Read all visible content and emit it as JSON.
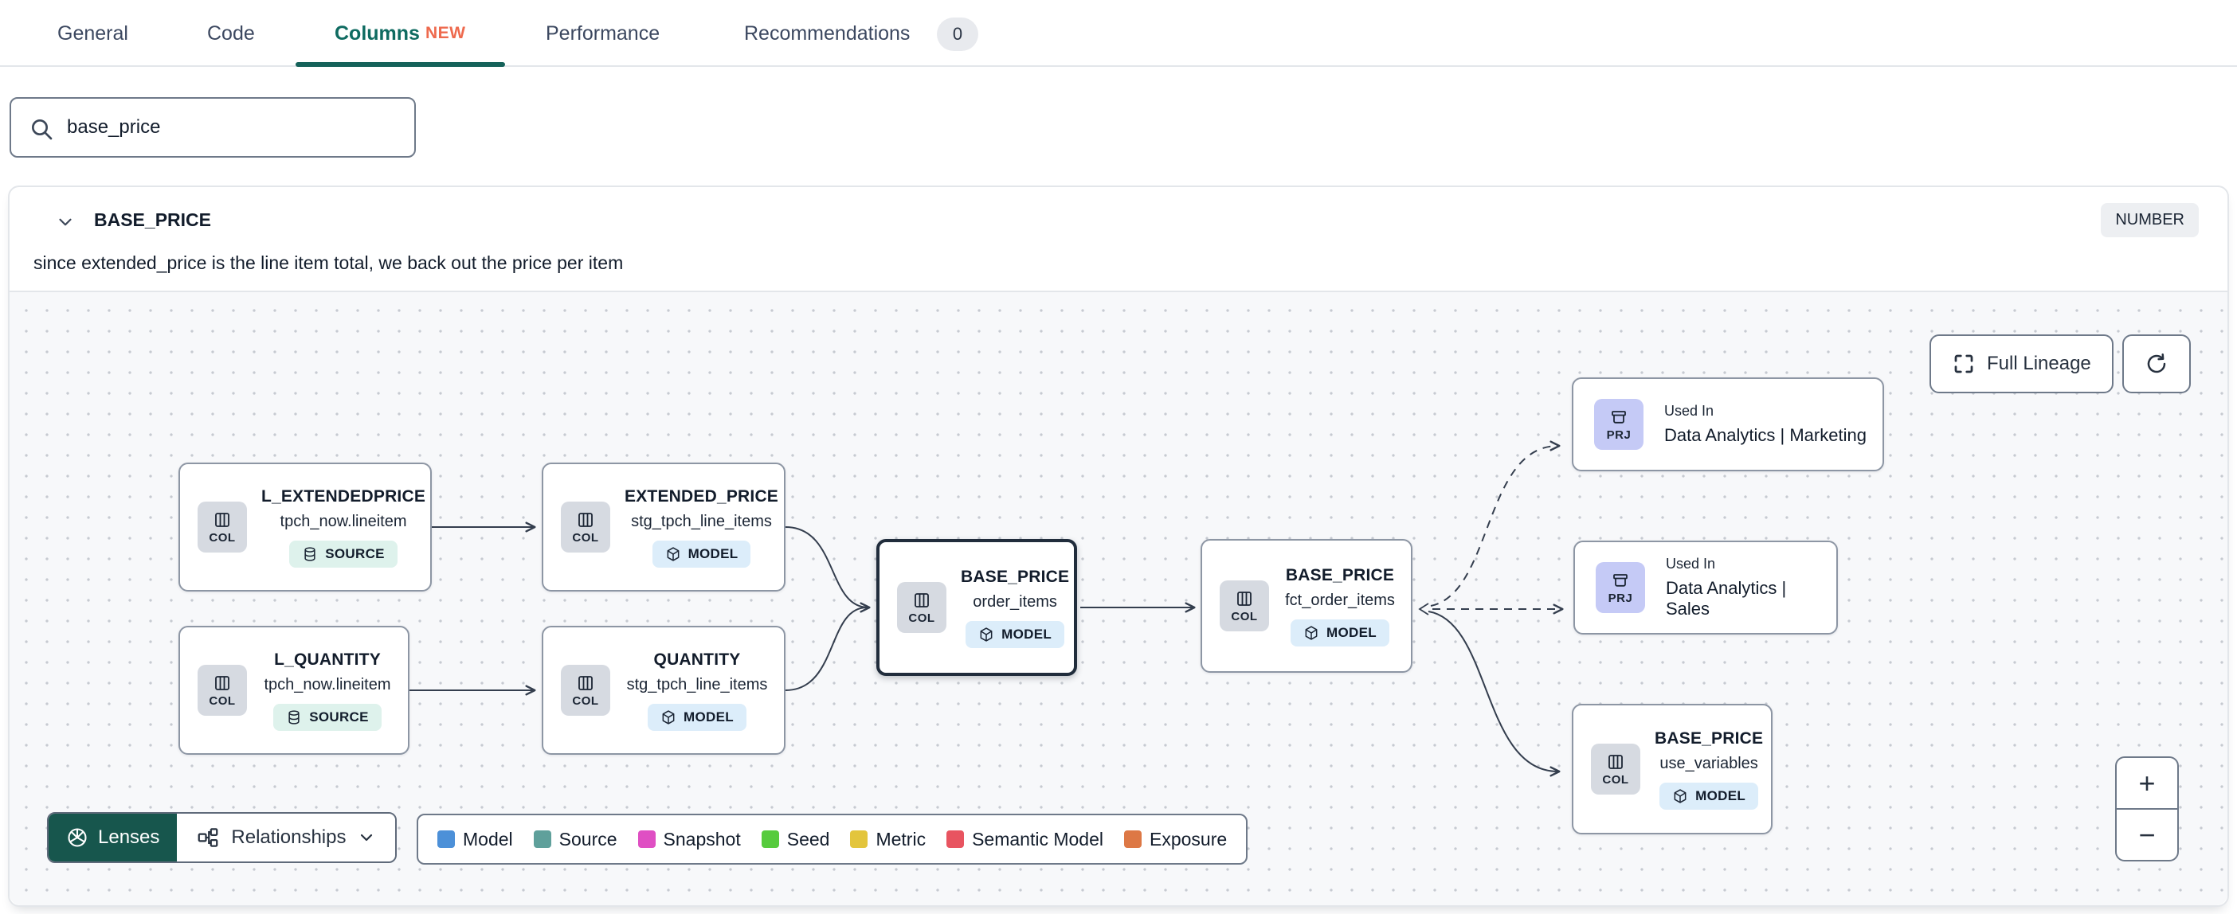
{
  "tabs": {
    "items": [
      {
        "label": "General"
      },
      {
        "label": "Code"
      },
      {
        "label": "Columns",
        "badge": "NEW"
      },
      {
        "label": "Performance"
      },
      {
        "label": "Recommendations",
        "count": "0"
      }
    ]
  },
  "search": {
    "value": "base_price"
  },
  "column": {
    "name": "BASE_PRICE",
    "type": "NUMBER",
    "description": "since extended_price is the line item total, we back out the price per item"
  },
  "lineage": {
    "controls": {
      "full_lineage": "Full Lineage",
      "zoom_in": "+",
      "zoom_out": "−"
    },
    "toolbar": {
      "lenses": "Lenses",
      "relationships": "Relationships"
    },
    "badges": {
      "col": "COL",
      "prj": "PRJ"
    },
    "resource_labels": {
      "source": "SOURCE",
      "model": "MODEL"
    },
    "legend": [
      {
        "label": "Model",
        "color": "#4c90d8"
      },
      {
        "label": "Source",
        "color": "#5fa09b"
      },
      {
        "label": "Snapshot",
        "color": "#df4fc3"
      },
      {
        "label": "Seed",
        "color": "#56cb3d"
      },
      {
        "label": "Metric",
        "color": "#e3c53c"
      },
      {
        "label": "Semantic Model",
        "color": "#e85460"
      },
      {
        "label": "Exposure",
        "color": "#dd7845"
      }
    ],
    "nodes": [
      {
        "kind": "COL",
        "title": "L_EXTENDEDPRICE",
        "subtitle": "tpch_now.lineitem",
        "resource": "SOURCE"
      },
      {
        "kind": "COL",
        "title": "EXTENDED_PRICE",
        "subtitle": "stg_tpch_line_items",
        "resource": "MODEL"
      },
      {
        "kind": "COL",
        "title": "L_QUANTITY",
        "subtitle": "tpch_now.lineitem",
        "resource": "SOURCE"
      },
      {
        "kind": "COL",
        "title": "QUANTITY",
        "subtitle": "stg_tpch_line_items",
        "resource": "MODEL"
      },
      {
        "kind": "COL",
        "title": "BASE_PRICE",
        "subtitle": "order_items",
        "resource": "MODEL",
        "selected": true
      },
      {
        "kind": "COL",
        "title": "BASE_PRICE",
        "subtitle": "fct_order_items",
        "resource": "MODEL"
      },
      {
        "kind": "PRJ",
        "used_in": "Used In",
        "title": "Data Analytics | Marketing"
      },
      {
        "kind": "PRJ",
        "used_in": "Used In",
        "title": "Data Analytics | Sales"
      },
      {
        "kind": "COL",
        "title": "BASE_PRICE",
        "subtitle": "use_variables",
        "resource": "MODEL"
      }
    ]
  }
}
